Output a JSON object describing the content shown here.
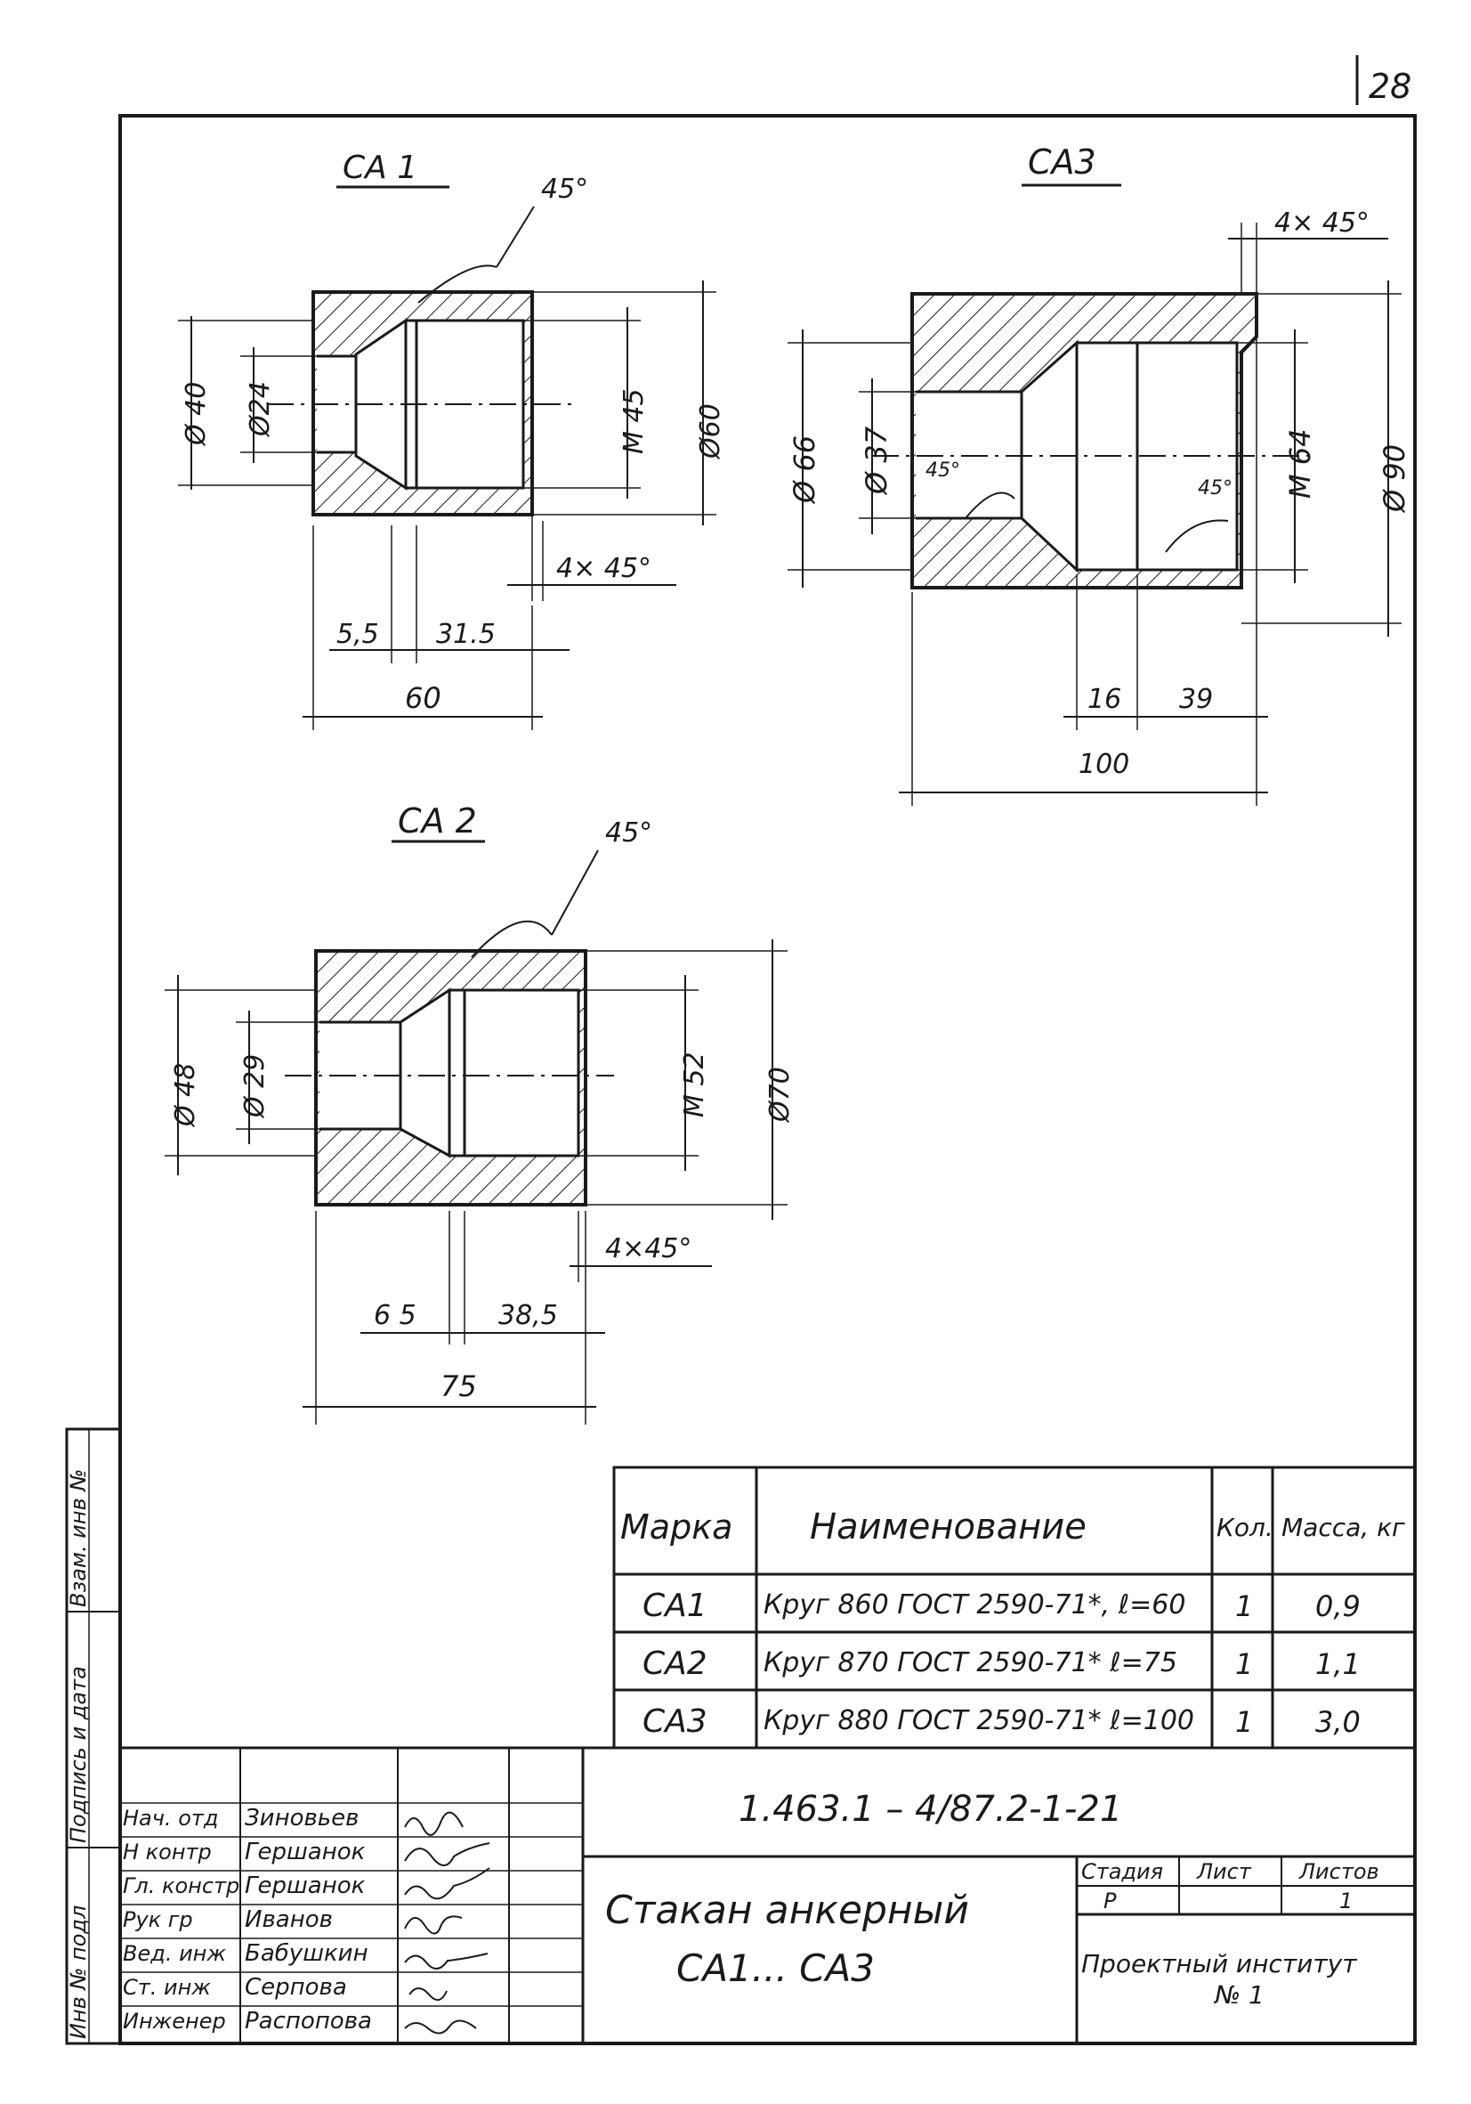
{
  "sheet_number": "28",
  "drawings": {
    "ca1": {
      "title": "СА 1",
      "chamfer_angle": "45°",
      "dia_outer_left": "Ø 40",
      "dia_inner": "Ø24",
      "thread": "М 45",
      "dia_outer": "Ø60",
      "chamfer": "4× 45°",
      "dim_a": "5,5",
      "dim_b": "31.5",
      "length": "60"
    },
    "ca2": {
      "title": "СА 2",
      "chamfer_angle": "45°",
      "dia_outer_left": "Ø 48",
      "dia_inner": "Ø 29",
      "thread": "М 52",
      "dia_outer": "Ø70",
      "chamfer": "4×45°",
      "dim_a": "6 5",
      "dim_b": "38,5",
      "length": "75"
    },
    "ca3": {
      "title": "СА3",
      "chamfer": "4× 45°",
      "dia_outer_left": "Ø 66",
      "dia_inner": "Ø 37",
      "angle_left": "45°",
      "angle_right": "45°",
      "thread": "М 64",
      "dia_outer": "Ø 90",
      "dim_a": "16",
      "dim_b": "39",
      "length": "100"
    }
  },
  "spec_table": {
    "headers": [
      "Марка",
      "Наименование",
      "Кол.",
      "Масса, кг"
    ],
    "rows": [
      [
        "СА1",
        "Круг 860 ГОСТ 2590-71*, ℓ=60",
        "1",
        "0,9"
      ],
      [
        "СА2",
        "Круг 870 ГОСТ 2590-71* ℓ=75",
        "1",
        "1,1"
      ],
      [
        "СА3",
        "Круг 880 ГОСТ 2590-71* ℓ=100",
        "1",
        "3,0"
      ]
    ]
  },
  "title_block": {
    "doc_code": "1.463.1 – 4/87.2-1-21",
    "title_line1": "Стакан анкерный",
    "title_line2": "СА1... СА3",
    "stage_label": "Стадия",
    "sheet_label": "Лист",
    "sheets_label": "Листов",
    "stage": "Р",
    "sheet": "",
    "sheets": "1",
    "organization_line1": "Проектный институт",
    "organization_line2": "№ 1",
    "signatures": [
      {
        "role": "Нач. отд",
        "name": "Зиновьев"
      },
      {
        "role": "Н контр",
        "name": "Гершанок"
      },
      {
        "role": "Гл. констр",
        "name": "Гершанок"
      },
      {
        "role": "Рук гр",
        "name": "Иванов"
      },
      {
        "role": "Вед. инж",
        "name": "Бабушкин"
      },
      {
        "role": "Ст. инж",
        "name": "Серпова"
      },
      {
        "role": "Инженер",
        "name": "Распопова"
      }
    ]
  },
  "side_stamp": {
    "field1": "Инв № подл",
    "field2": "Подпись и дата",
    "field3": "Взам. инв №"
  }
}
